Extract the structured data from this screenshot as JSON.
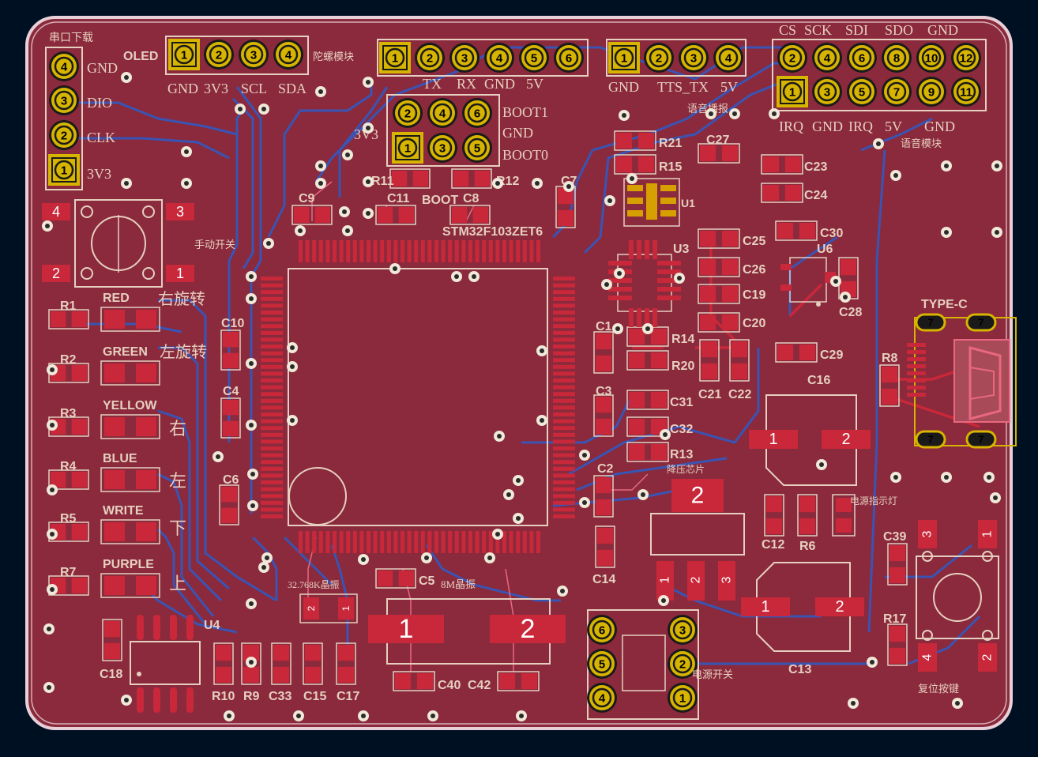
{
  "colors": {
    "background": "#001023",
    "board": "#8a2a3c",
    "edge": "#e8d0d8",
    "copper_top": "#c8283a",
    "copper_bottom": "#3a54b4",
    "silk": "#e6cfc0",
    "pad_gold": "#d6b400",
    "via": "#f0e8d8"
  },
  "connectors": {
    "prog": {
      "title": "串口下载",
      "labels": [
        "GND",
        "DIO",
        "CLK",
        "3V3"
      ],
      "pins": [
        "4",
        "3",
        "2",
        "1"
      ]
    },
    "oled": {
      "title": "OLED",
      "side_note": "陀螺模块",
      "labels": [
        "GND",
        "3V3",
        "SCL",
        "SDA"
      ],
      "pins": [
        "1",
        "2",
        "3",
        "4"
      ]
    },
    "uart": {
      "labels": [
        "TX",
        "RX",
        "GND",
        "5V"
      ],
      "pins": [
        "1",
        "2",
        "3",
        "4",
        "5",
        "6"
      ]
    },
    "tts": {
      "labels": [
        "GND",
        "TTS_TX",
        "5V"
      ],
      "note": "语音播报",
      "pins": [
        "1",
        "2",
        "3",
        "4"
      ]
    },
    "spi": {
      "top_labels": [
        "CS",
        "SCK",
        "SDI",
        "SDO",
        "GND"
      ],
      "bottom_labels": [
        "IRQ",
        "GND",
        "IRQ",
        "5V",
        "GND"
      ],
      "note": "语音模块",
      "top_pins": [
        "2",
        "4",
        "6",
        "8",
        "10",
        "12"
      ],
      "bottom_pins": [
        "1",
        "3",
        "5",
        "7",
        "9",
        "11"
      ]
    },
    "boot": {
      "labels": [
        "BOOT1",
        "GND",
        "BOOT0"
      ],
      "left": "3V3",
      "title": "BOOT",
      "top_pins": [
        "2",
        "4",
        "6"
      ],
      "bottom_pins": [
        "1",
        "3",
        "5"
      ]
    }
  },
  "mcu": {
    "label": "STM32F103ZET6"
  },
  "switch_left": {
    "label": "手动开关",
    "pins": [
      "4",
      "3",
      "2",
      "1"
    ],
    "rot_right": "右旋转",
    "rot_left": "左旋转"
  },
  "leds": [
    {
      "r": "R1",
      "name": "RED"
    },
    {
      "r": "R2",
      "name": "GREEN"
    },
    {
      "r": "R3",
      "name": "YELLOW"
    },
    {
      "r": "R4",
      "name": "BLUE"
    },
    {
      "r": "R5",
      "name": "WRITE"
    },
    {
      "r": "R7",
      "name": "PURPLE"
    }
  ],
  "dir_labels": [
    "右",
    "左",
    "下",
    "上"
  ],
  "caps_labels": [
    "C9",
    "C11",
    "C8",
    "C7",
    "C10",
    "C4",
    "C6",
    "C5",
    "C18",
    "C33",
    "C15",
    "C17",
    "C40",
    "C42",
    "C27",
    "C23",
    "C24",
    "C25",
    "C26",
    "C19",
    "C20",
    "C30",
    "C28",
    "C29",
    "C21",
    "C22",
    "C31",
    "C32",
    "C1",
    "C3",
    "C2",
    "C14",
    "C12",
    "C16",
    "C39",
    "C13"
  ],
  "res_labels": [
    "R11",
    "R12",
    "R21",
    "R15",
    "R14",
    "R20",
    "R13",
    "R10",
    "R9",
    "R8",
    "R6",
    "R17"
  ],
  "ic_labels": {
    "u1": "U1",
    "u3": "U3",
    "u4": "U4",
    "u6": "U6"
  },
  "xtal32": {
    "label": "32.768K晶振",
    "pins": [
      "2",
      "1"
    ]
  },
  "xtal8": {
    "label": "8M晶振",
    "pins": [
      "1",
      "2"
    ]
  },
  "regulator": {
    "label": "降压芯片",
    "pins": [
      "2",
      "1",
      "2",
      "3"
    ]
  },
  "power_led": {
    "label": "电源指示灯"
  },
  "usb": {
    "label": "TYPE-C",
    "pad": "7"
  },
  "reset": {
    "label": "复位按键",
    "pins": [
      "3",
      "1",
      "4",
      "2"
    ]
  },
  "power_switch": {
    "label": "电源开关",
    "pins": [
      "6",
      "3",
      "5",
      "2",
      "4",
      "1"
    ]
  },
  "polar_caps": {
    "c16": [
      "1",
      "2"
    ],
    "c13": [
      "1",
      "2"
    ]
  }
}
